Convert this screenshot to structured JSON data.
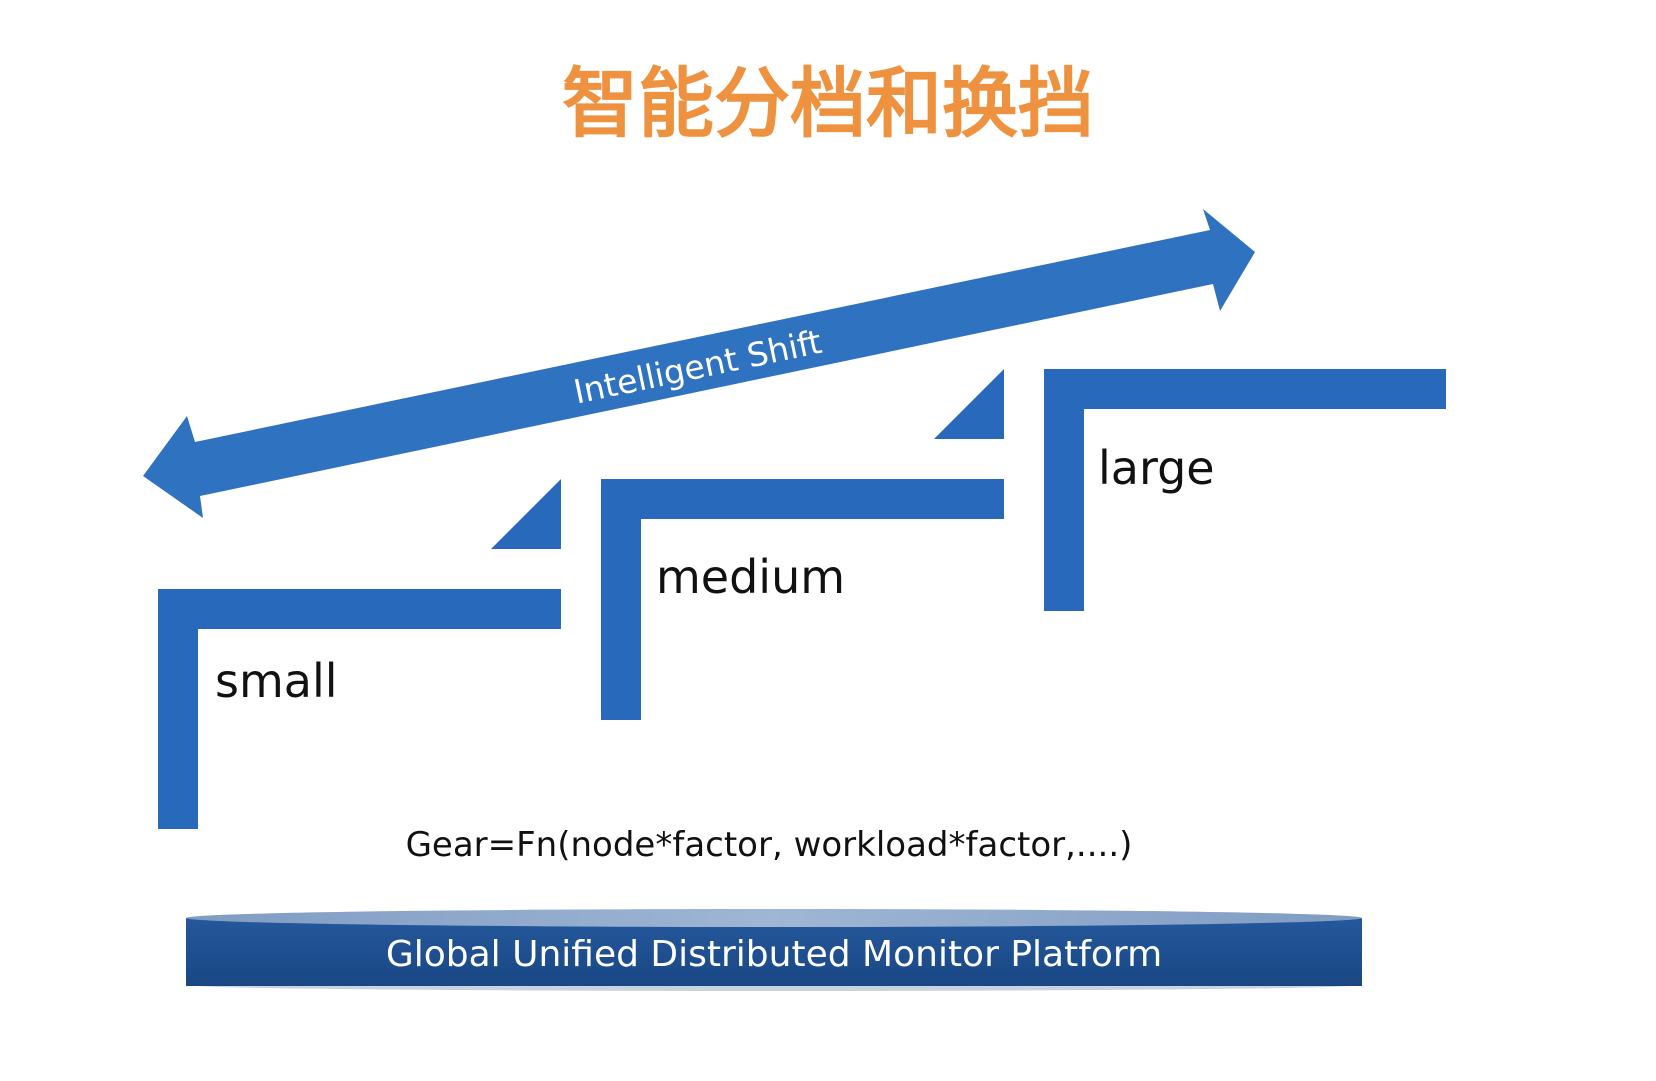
{
  "title": "智能分档和换挡",
  "colors": {
    "title": "#ee9240",
    "step_blue": "#2869bb",
    "arrow_blue": "#2f72bf",
    "platform_dark": "#1d4f90",
    "platform_top": "#8aa6c9"
  },
  "arrow": {
    "label": "Intelligent Shift",
    "icon": "double-headed-arrow-icon"
  },
  "steps": {
    "small": {
      "label": "small"
    },
    "medium": {
      "label": "medium"
    },
    "large": {
      "label": "large"
    }
  },
  "formula": "Gear=Fn(node*factor, workload*factor,....)",
  "platform": {
    "label": "Global Unified Distributed Monitor Platform"
  }
}
